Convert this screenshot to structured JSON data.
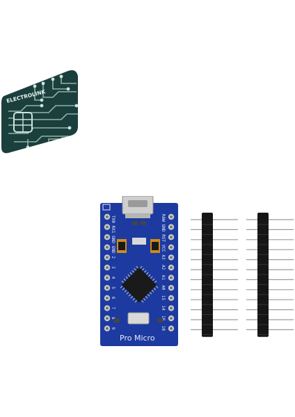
{
  "logo": {
    "brand": "ELECTROLINK"
  },
  "board": {
    "name": "Pro Micro",
    "left_pins": [
      "TX0",
      "RX1",
      "GND",
      "GND",
      "2",
      "3",
      "4",
      "5",
      "6",
      "7",
      "8",
      "9"
    ],
    "right_pins": [
      "RAW",
      "GND",
      "RST",
      "VCC",
      "A3",
      "A2",
      "A1",
      "A0",
      "15",
      "14",
      "16",
      "10"
    ],
    "colors": {
      "pcb": "#1c3aa0",
      "silk": "#e8ecf8",
      "pad": "#c9c9c9",
      "chip": "#1a1a1a"
    }
  },
  "headers": {
    "count": 2,
    "pins_per_header": 12
  }
}
